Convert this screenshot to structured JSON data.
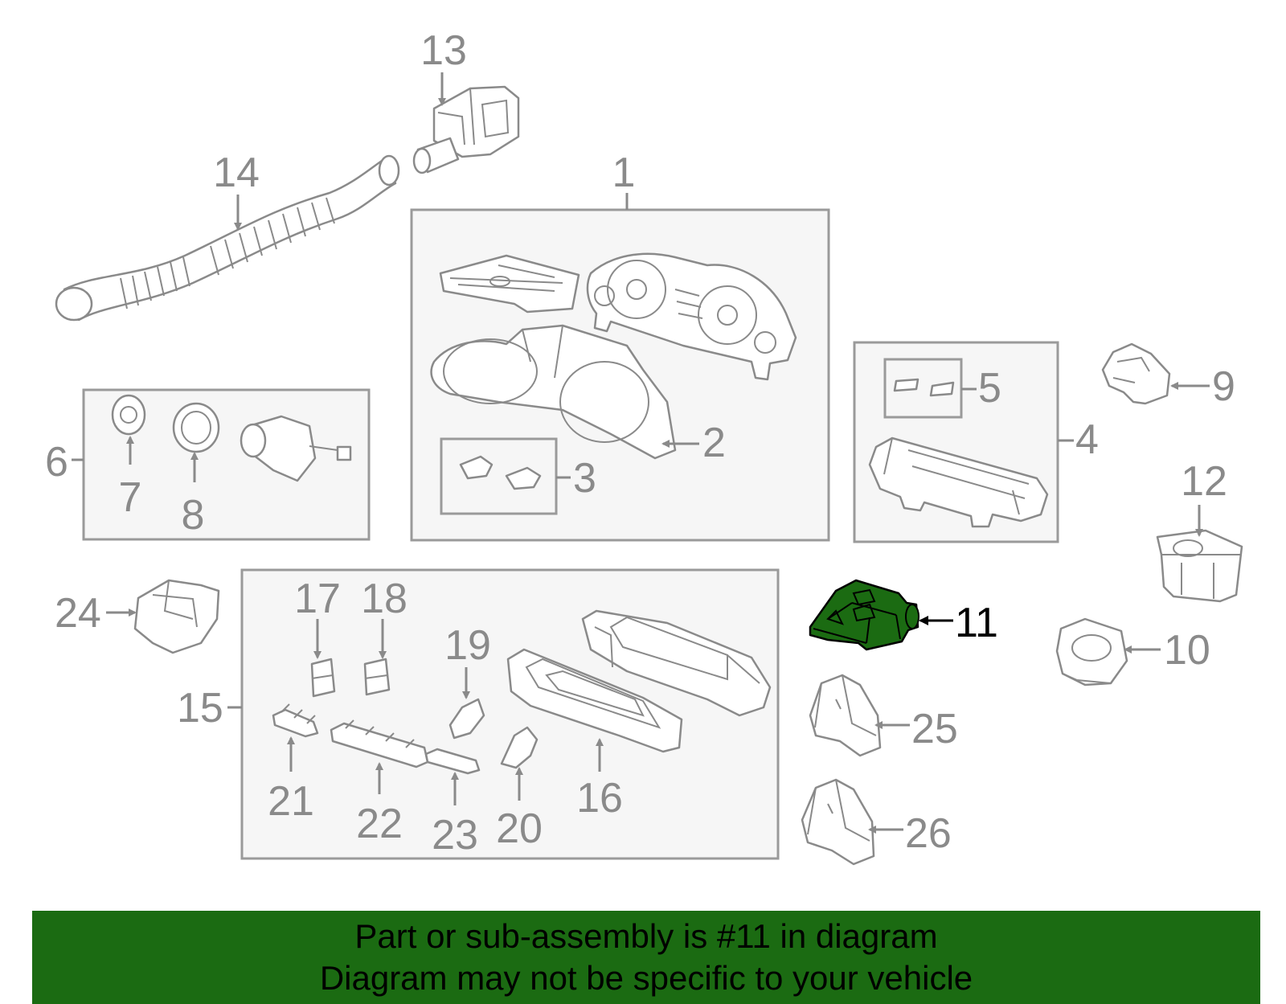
{
  "diagram": {
    "callouts": [
      "1",
      "2",
      "3",
      "4",
      "5",
      "6",
      "7",
      "8",
      "9",
      "10",
      "11",
      "12",
      "13",
      "14",
      "15",
      "16",
      "17",
      "18",
      "19",
      "20",
      "21",
      "22",
      "23",
      "24",
      "25",
      "26"
    ],
    "highlighted_callout": "11",
    "highlight_color": "#1b6b12",
    "line_color": "#8a8a8a",
    "box_fill": "#f6f6f6"
  },
  "banner": {
    "line1": "Part or sub-assembly is #11 in diagram",
    "line2": "Diagram may not be specific to your vehicle",
    "background": "#1b6b12"
  }
}
